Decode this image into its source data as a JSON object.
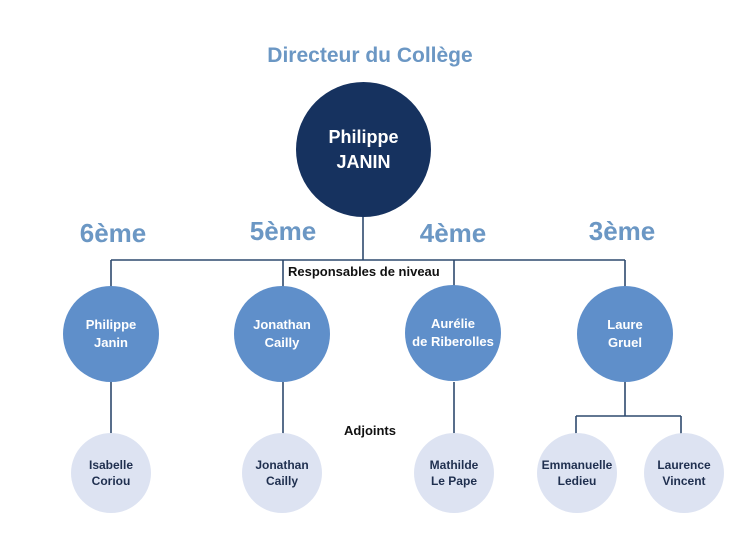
{
  "title": "Directeur du Collège",
  "director": {
    "name": "Philippe\nJANIN"
  },
  "responsables_label": "Responsables de niveau",
  "adjoints_label": "Adjoints",
  "levels": [
    {
      "grade": "6ème",
      "responsable": "Philippe\nJanin",
      "adjoints": [
        "Isabelle\nCoriou"
      ]
    },
    {
      "grade": "5ème",
      "responsable": "Jonathan\nCailly",
      "adjoints": [
        "Jonathan\nCailly"
      ]
    },
    {
      "grade": "4ème",
      "responsable": "Aurélie\nde Riberolles",
      "adjoints": [
        "Mathilde\nLe Pape"
      ]
    },
    {
      "grade": "3ème",
      "responsable": "Laure\nGruel",
      "adjoints": [
        "Emmanuelle\nLedieu",
        "Laurence\nVincent"
      ]
    }
  ],
  "colors": {
    "title": "#6b97c4",
    "director": "#16325f",
    "responsable": "#5f8fca",
    "adjoint": "#dde3f2",
    "connector": "#2e4a6e"
  }
}
